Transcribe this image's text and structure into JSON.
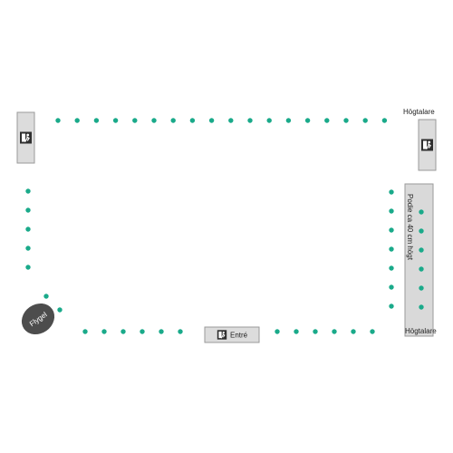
{
  "labels": {
    "speaker_top": "Högtalare",
    "speaker_bottom": "Högtalare",
    "stage": "Podie ca 40 cm högt",
    "entrance": "Entré",
    "piano": "Flygel"
  },
  "icons": {
    "exit_sign": "emergency-exit-icon"
  },
  "colors": {
    "seat": "#1aaa8a",
    "panel_fill": "#dcdcdc",
    "panel_stroke": "#9a9a9a",
    "piano_fill": "#4d4d4d"
  }
}
